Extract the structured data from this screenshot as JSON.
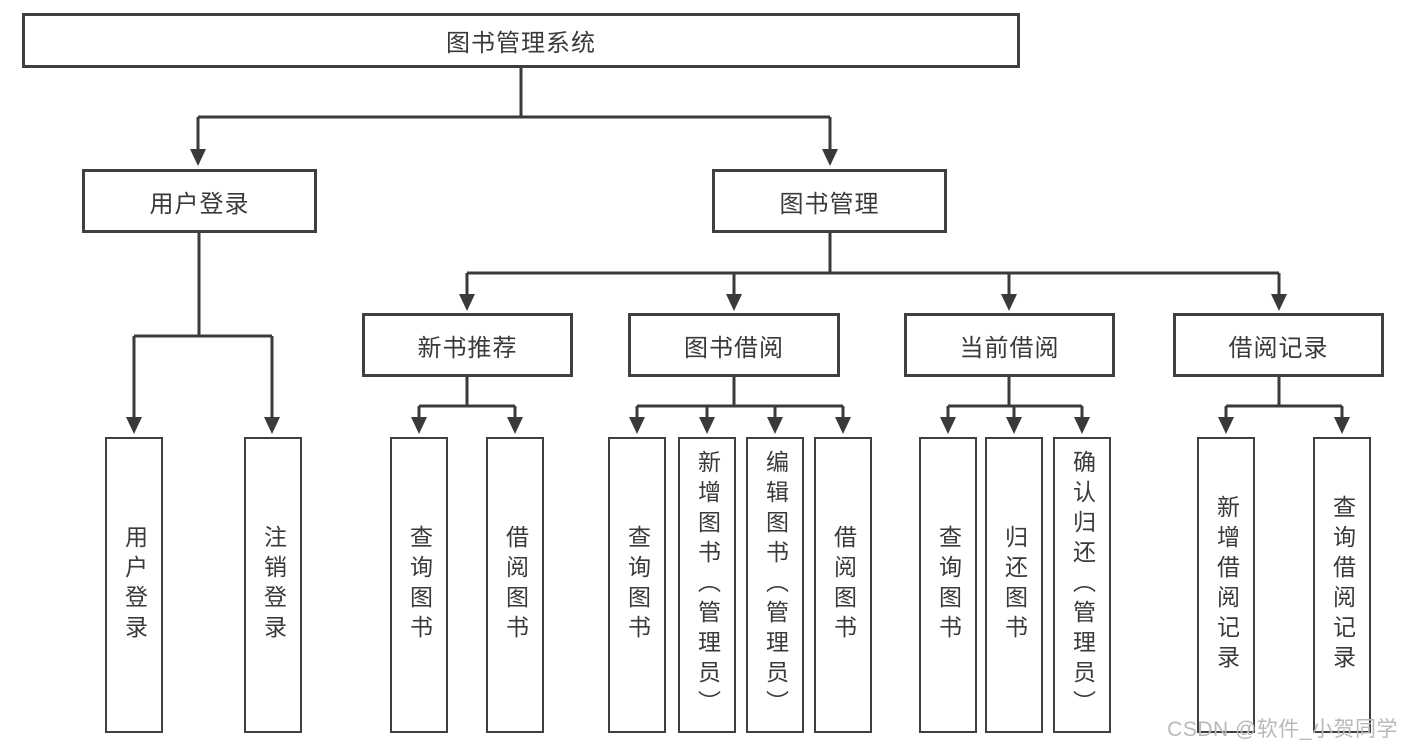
{
  "colors": {
    "line": "#3a3a3a",
    "text": "#3a3a3a",
    "border": "#3f3f3f",
    "bg": "#ffffff",
    "watermark": "#b9b9b9"
  },
  "tree": {
    "label": "图书管理系统",
    "children": [
      {
        "label": "用户登录",
        "children": [
          {
            "label": "用户登录"
          },
          {
            "label": "注销登录"
          }
        ]
      },
      {
        "label": "图书管理",
        "children": [
          {
            "label": "新书推荐",
            "children": [
              {
                "label": "查询图书"
              },
              {
                "label": "借阅图书"
              }
            ]
          },
          {
            "label": "图书借阅",
            "children": [
              {
                "label": "查询图书"
              },
              {
                "label": "新增图书（管理员）"
              },
              {
                "label": "编辑图书（管理员）"
              },
              {
                "label": "借阅图书"
              }
            ]
          },
          {
            "label": "当前借阅",
            "children": [
              {
                "label": "查询图书"
              },
              {
                "label": "归还图书"
              },
              {
                "label": "确认归还（管理员）"
              }
            ]
          },
          {
            "label": "借阅记录",
            "children": [
              {
                "label": "新增借阅记录"
              },
              {
                "label": "查询借阅记录"
              }
            ]
          }
        ]
      }
    ]
  },
  "watermark": {
    "text": "CSDN @软件_小贺同学"
  }
}
